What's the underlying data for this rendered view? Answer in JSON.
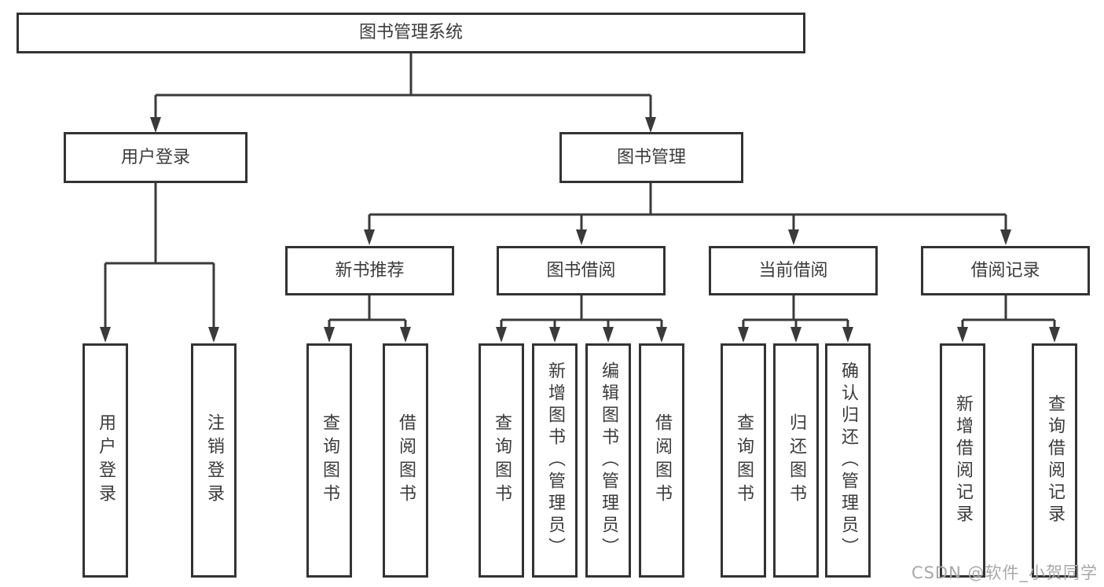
{
  "tree": {
    "root": {
      "label": "图书管理系统"
    },
    "user_login": {
      "label": "用户登录",
      "children": [
        "用户登录",
        "注销登录"
      ]
    },
    "book_management": {
      "label": "图书管理"
    },
    "modules": [
      {
        "label": "新书推荐",
        "children": [
          "查询图书",
          "借阅图书"
        ]
      },
      {
        "label": "图书借阅",
        "children": [
          "查询图书",
          "新增图书（管理员）",
          "编辑图书（管理员）",
          "借阅图书"
        ]
      },
      {
        "label": "当前借阅",
        "children": [
          "查询图书",
          "归还图书",
          "确认归还（管理员）"
        ]
      },
      {
        "label": "借阅记录",
        "children": [
          "新增借阅记录",
          "查询借阅记录"
        ]
      }
    ]
  },
  "watermark": "CSDN @软件_小贺同学",
  "colors": {
    "line": "#3a3a3a",
    "box_border": "#333333",
    "box_fill": "#ffffff",
    "text": "#3b3b3b",
    "watermark": "#a8a8a8"
  }
}
